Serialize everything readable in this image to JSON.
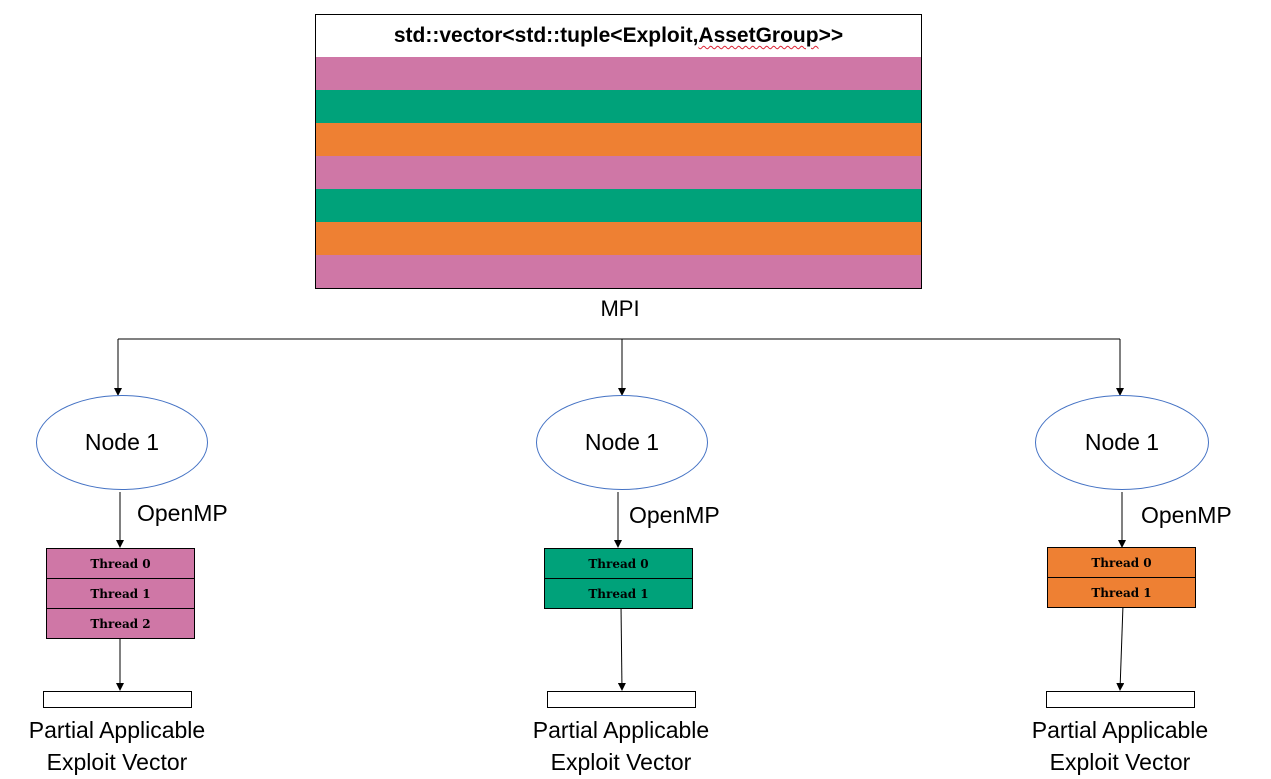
{
  "vector": {
    "header_prefix": "std::vector<std::tuple<Exploit, ",
    "header_squiggle": "AssetGroup",
    "header_suffix": ">>",
    "row_colors": [
      "#cf77a6",
      "#00a27a",
      "#ee8033",
      "#cf77a6",
      "#00a27a",
      "#ee8033",
      "#cf77a6"
    ]
  },
  "mpi_label": "MPI",
  "colors": {
    "pink": "#cf77a6",
    "green": "#00a27a",
    "orange": "#ee8033",
    "node_border": "#4472c4"
  },
  "nodes": [
    {
      "label": "Node 1",
      "openmp": "OpenMP",
      "threads": [
        "Thread 0",
        "Thread 1",
        "Thread 2"
      ],
      "color": "#cf77a6",
      "caption_line1": "Partial Applicable",
      "caption_line2": "Exploit Vector"
    },
    {
      "label": "Node 1",
      "openmp": "OpenMP",
      "threads": [
        "Thread 0",
        "Thread 1"
      ],
      "color": "#00a27a",
      "caption_line1": "Partial Applicable",
      "caption_line2": "Exploit Vector"
    },
    {
      "label": "Node 1",
      "openmp": "OpenMP",
      "threads": [
        "Thread 0",
        "Thread 1"
      ],
      "color": "#ee8033",
      "caption_line1": "Partial Applicable",
      "caption_line2": "Exploit Vector"
    }
  ]
}
